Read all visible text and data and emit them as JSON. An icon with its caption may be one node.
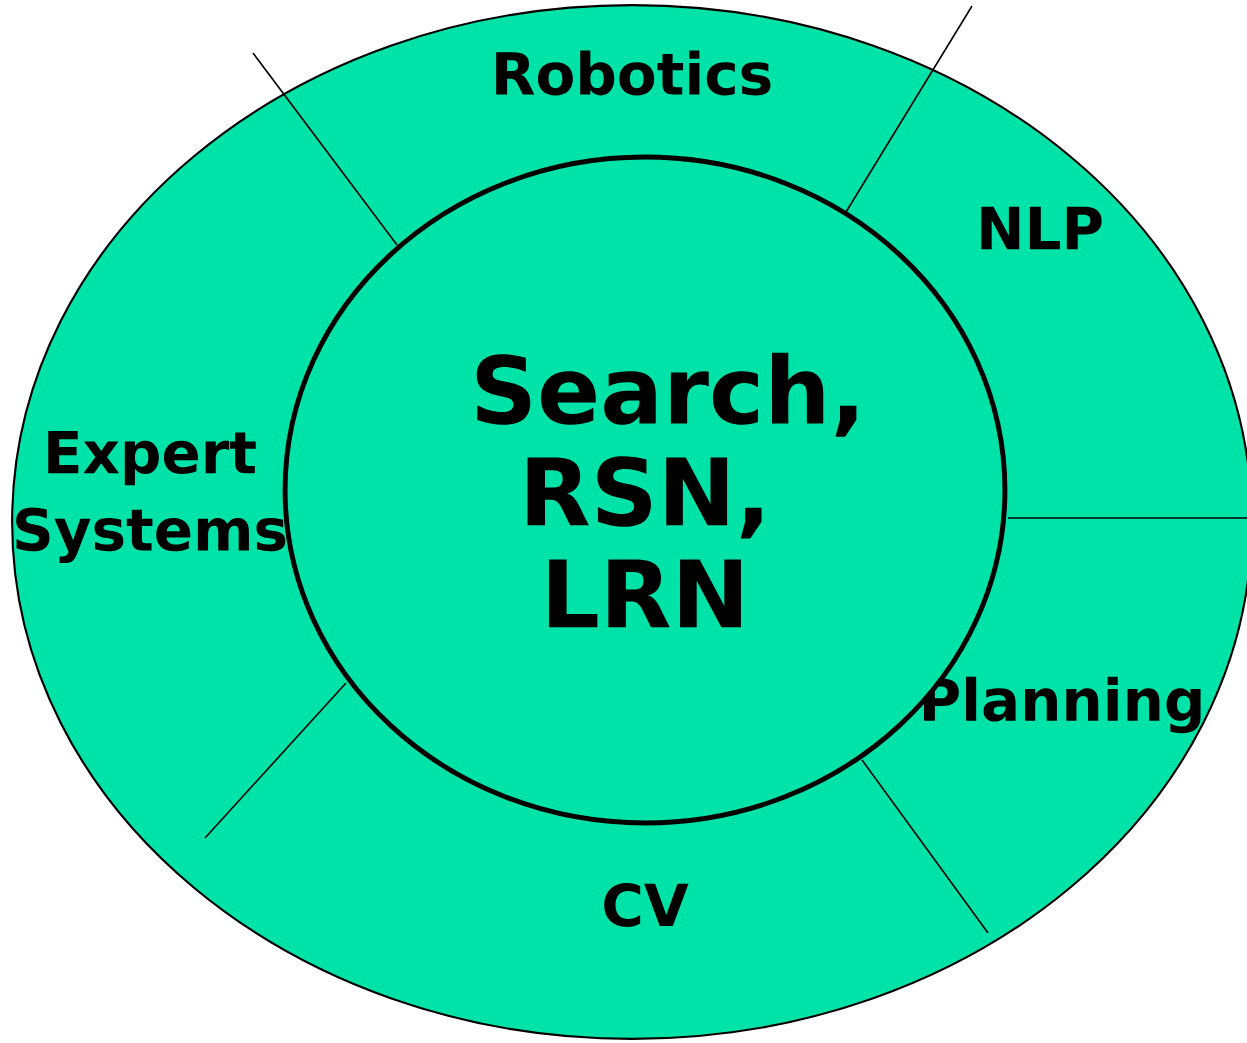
{
  "diagram": {
    "nodes": [
      {
        "text": [
          "Robotics",
          "NLP",
          "Planning",
          "CV",
          "Expert Systems"
        ]
      },
      {
        "text": [
          "Search, RSN, LRN"
        ],
        "in": 0
      }
    ]
  }
}
